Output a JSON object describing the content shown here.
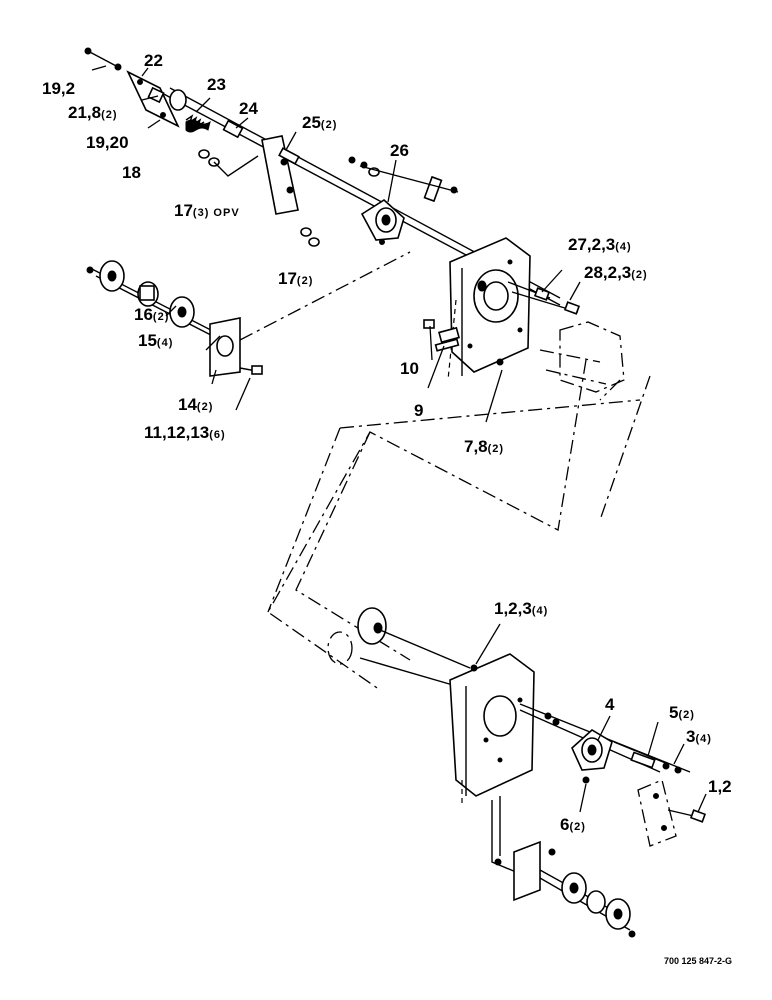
{
  "labels": {
    "l19_2_top": "19,2",
    "l22": "22",
    "l21_8": "21,8",
    "l21_8_q": "(2)",
    "l23": "23",
    "l24": "24",
    "l19_20": "19,20",
    "l18": "18",
    "l25": "25",
    "l25_q": "(2)",
    "l26": "26",
    "l17_opv": "17",
    "l17_opv_q": "(3) OPV",
    "l17": "17",
    "l17_q": "(2)",
    "l27": "27,2,3",
    "l27_q": "(4)",
    "l28": "28,2,3",
    "l28_q": "(2)",
    "l16": "16",
    "l16_q": "(2)",
    "l15": "15",
    "l15_q": "(4)",
    "l10": "10",
    "l9": "9",
    "l14": "14",
    "l14_q": "(2)",
    "l11": "11,12,13",
    "l11_q": "(6)",
    "l7_8": "7,8",
    "l7_8_q": "(2)",
    "l1_2_3": "1,2,3",
    "l1_2_3_q": "(4)",
    "l4": "4",
    "l5": "5",
    "l5_q": "(2)",
    "l3": "3",
    "l3_q": "(4)",
    "l1_2": "1,2",
    "l6": "6",
    "l6_q": "(2)",
    "drawing_number": "700 125 847-2-G"
  }
}
